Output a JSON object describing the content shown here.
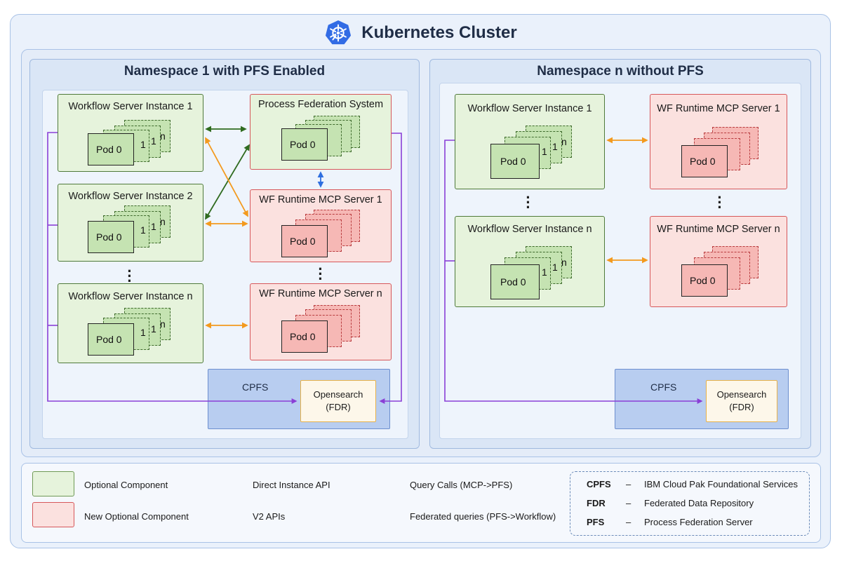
{
  "cluster": {
    "title": "Kubernetes Cluster"
  },
  "colors": {
    "direct_api": "#f39a1e",
    "v2_api": "#8a3fd6",
    "query_calls": "#2f6fe0",
    "federated": "#2f6b1f",
    "optional_component": "#e6f3dc",
    "new_optional_component": "#fbe1df"
  },
  "namespace1": {
    "title": "Namespace 1 with PFS Enabled",
    "workflow_servers": [
      {
        "title": "Workflow Server Instance 1"
      },
      {
        "title": "Workflow Server Instance 2"
      },
      {
        "title": "Workflow Server Instance n"
      }
    ],
    "pfs": {
      "title": "Process Federation System"
    },
    "mcp_servers": [
      {
        "title": "WF Runtime MCP Server 1"
      },
      {
        "title": "WF Runtime MCP Server n"
      }
    ],
    "cpfs": {
      "label": "CPFS",
      "opensearch_line1": "Opensearch",
      "opensearch_line2": "(FDR)"
    }
  },
  "namespace_n": {
    "title": "Namespace n without PFS",
    "workflow_servers": [
      {
        "title": "Workflow Server Instance 1"
      },
      {
        "title": "Workflow Server Instance n"
      }
    ],
    "mcp_servers": [
      {
        "title": "WF Runtime MCP Server 1"
      },
      {
        "title": "WF Runtime MCP Server n"
      }
    ],
    "cpfs": {
      "label": "CPFS",
      "opensearch_line1": "Opensearch",
      "opensearch_line2": "(FDR)"
    }
  },
  "pods": {
    "front": "Pod 0",
    "second": "1",
    "third": "1",
    "back": "n"
  },
  "legend": {
    "optional_component": "Optional Component",
    "new_optional_component": "New Optional Component",
    "direct_instance_api": "Direct Instance API",
    "v2_apis": "V2 APIs",
    "query_calls": "Query Calls (MCP->PFS)",
    "federated_queries": "Federated queries (PFS->Workflow)"
  },
  "abbreviations": [
    {
      "key": "CPFS",
      "dash": "–",
      "value": "IBM Cloud Pak Foundational Services"
    },
    {
      "key": "FDR",
      "dash": "–",
      "value": "Federated Data Repository"
    },
    {
      "key": "PFS",
      "dash": "–",
      "value": "Process Federation Server"
    }
  ]
}
